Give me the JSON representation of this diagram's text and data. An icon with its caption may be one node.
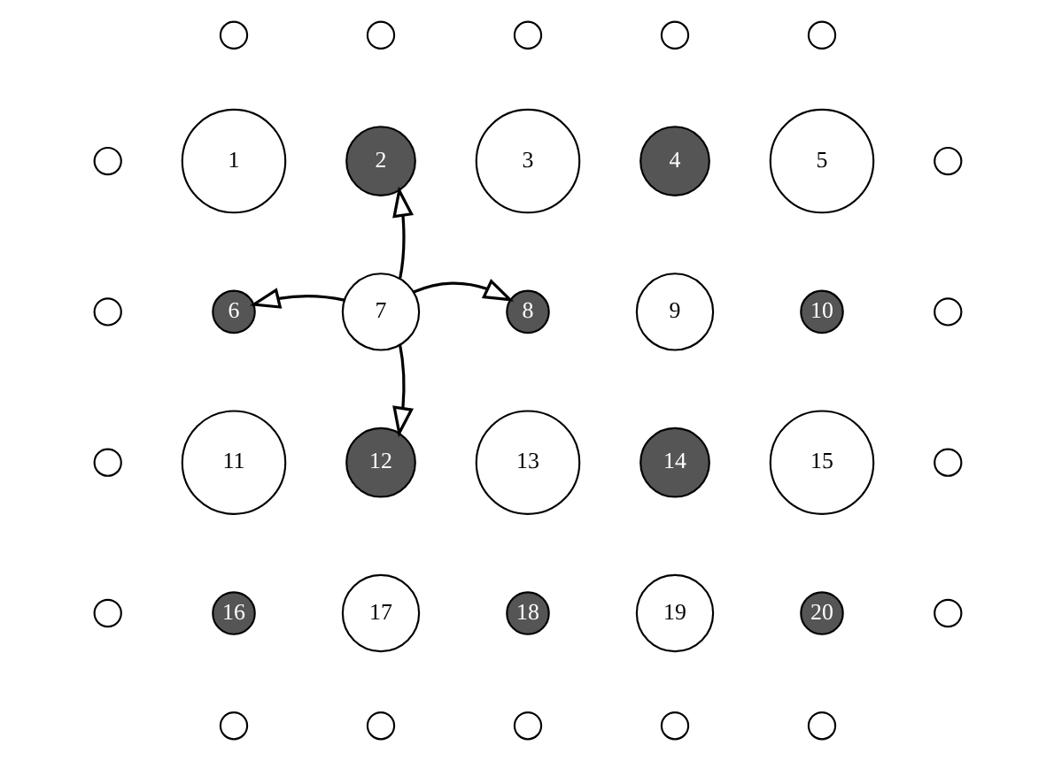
{
  "diagram": {
    "nodes": [
      {
        "text": [],
        "shape": "circle"
      },
      {
        "text": [],
        "shape": "circle"
      },
      {
        "text": [],
        "shape": "circle"
      },
      {
        "text": [],
        "shape": "circle"
      },
      {
        "text": [],
        "shape": "circle"
      },
      {
        "text": [],
        "shape": "circle"
      },
      {
        "text": [
          "1"
        ]
      },
      {
        "text": [
          "2"
        ]
      },
      {
        "text": [
          "3"
        ]
      },
      {
        "text": [
          "4"
        ]
      },
      {
        "text": [
          "5"
        ]
      },
      {
        "text": [],
        "shape": "circle"
      },
      {
        "text": [],
        "shape": "circle"
      },
      {
        "text": [
          "6"
        ]
      },
      {
        "text": [
          "7"
        ]
      },
      {
        "text": [
          "8"
        ]
      },
      {
        "text": [
          "9"
        ]
      },
      {
        "text": [
          "10"
        ]
      },
      {
        "text": [],
        "shape": "circle"
      },
      {
        "text": [],
        "shape": "circle"
      },
      {
        "text": [
          "11"
        ]
      },
      {
        "text": [
          "12"
        ]
      },
      {
        "text": [
          "13"
        ]
      },
      {
        "text": [
          "14"
        ]
      },
      {
        "text": [
          "15"
        ]
      },
      {
        "text": [],
        "shape": "circle"
      },
      {
        "text": [],
        "shape": "circle"
      },
      {
        "text": [
          "16"
        ]
      },
      {
        "text": [
          "17"
        ]
      },
      {
        "text": [
          "18"
        ]
      },
      {
        "text": [
          "19"
        ]
      },
      {
        "text": [
          "20"
        ]
      },
      {
        "text": [],
        "shape": "circle"
      },
      {
        "text": [],
        "shape": "circle"
      },
      {
        "text": [],
        "shape": "circle"
      },
      {
        "text": [],
        "shape": "circle"
      },
      {
        "text": [],
        "shape": "circle"
      },
      {
        "text": [],
        "shape": "circle"
      }
    ],
    "edges": [
      {
        "from": 14,
        "to": 7,
        "arrow": "to"
      },
      {
        "from": 14,
        "to": 13,
        "arrow": "to"
      },
      {
        "from": 14,
        "to": 15,
        "arrow": "to"
      },
      {
        "from": 14,
        "to": 21,
        "arrow": "to"
      }
    ]
  }
}
